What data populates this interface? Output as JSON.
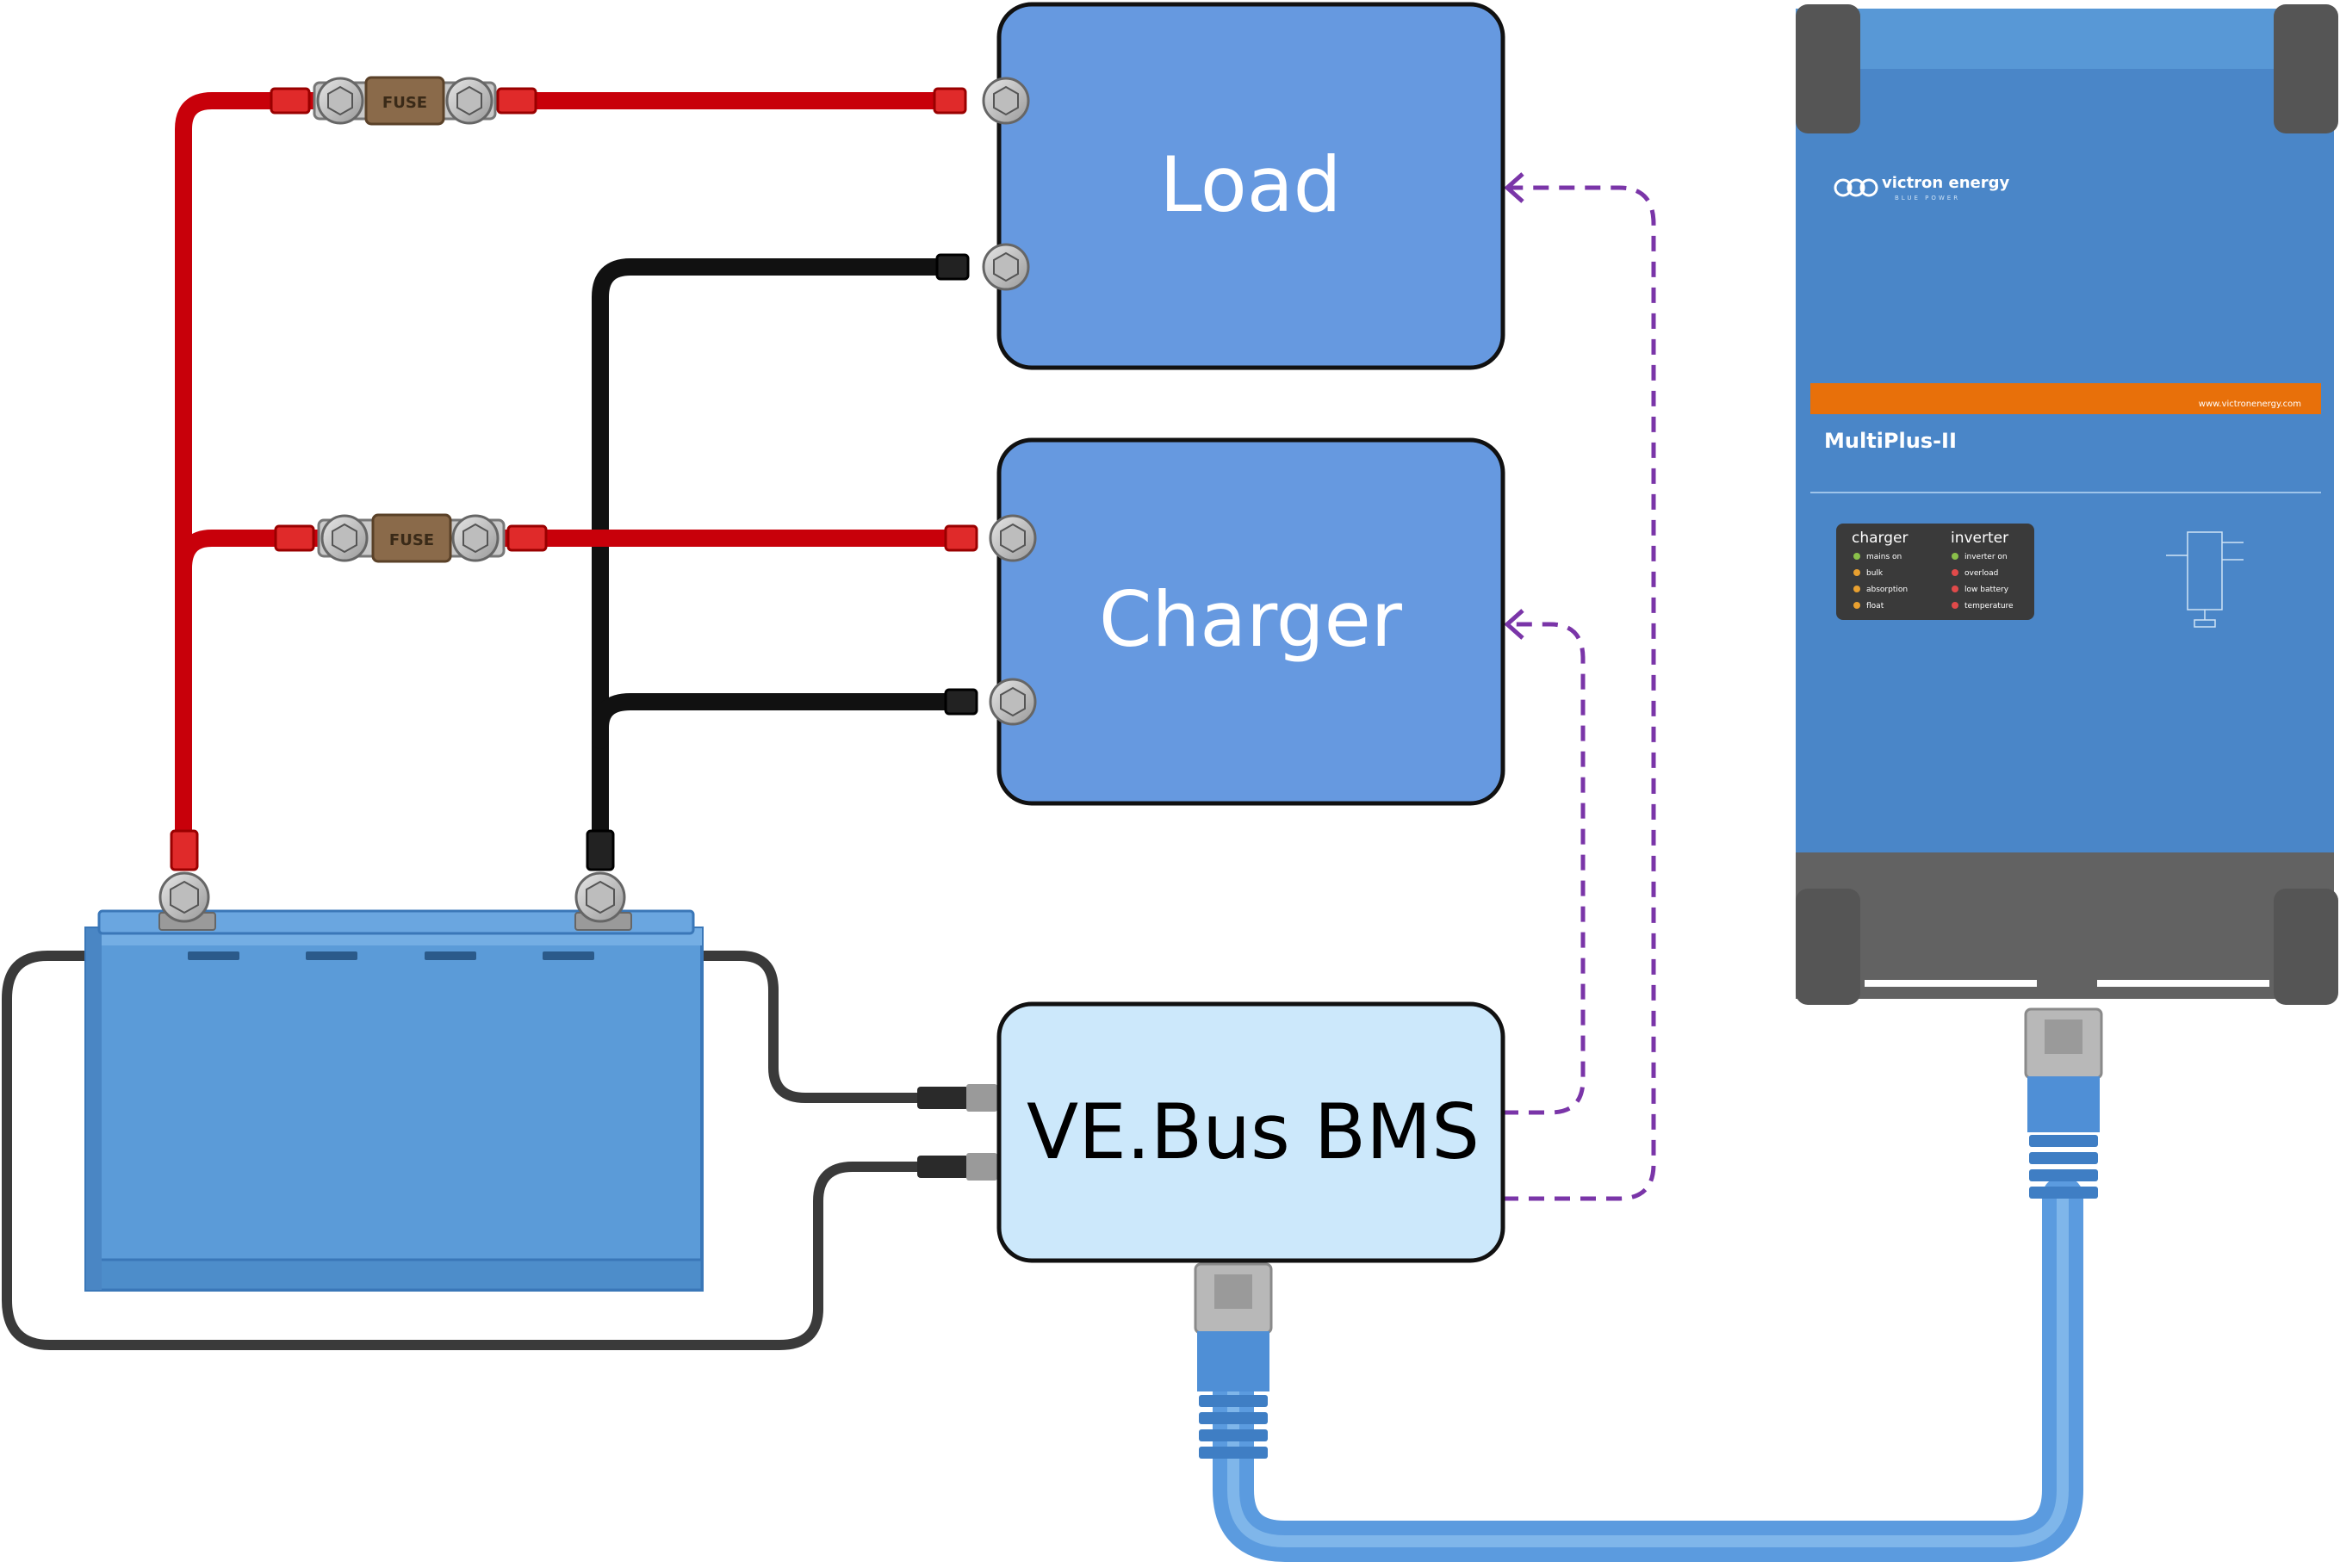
{
  "blocks": {
    "load": "Load",
    "charger": "Charger",
    "bms": "VE.Bus BMS"
  },
  "fuses": {
    "upper": "FUSE",
    "lower": "FUSE"
  },
  "inverter": {
    "brand": "victron energy",
    "brand_tagline": "BLUE POWER",
    "website": "www.victronenergy.com",
    "model": "MultiPlus-II",
    "charger_heading": "charger",
    "inverter_heading": "inverter",
    "charger_leds": [
      "mains on",
      "bulk",
      "absorption",
      "float"
    ],
    "inverter_leds": [
      "inverter on",
      "overload",
      "low battery",
      "temperature"
    ]
  },
  "colors": {
    "box_blue": "#6699e0",
    "bms_fill": "#cce8fb",
    "positive_cable": "#c8000a",
    "negative_cable": "#111111",
    "signal_cable": "#3a3a3a",
    "ve_bus_cable": "#5b9bdf",
    "dashed_link": "#7a35a8",
    "inverter_body": "#4a86c8",
    "inverter_stripe": "#e8700a",
    "battery_body": "#5b9bd8"
  }
}
